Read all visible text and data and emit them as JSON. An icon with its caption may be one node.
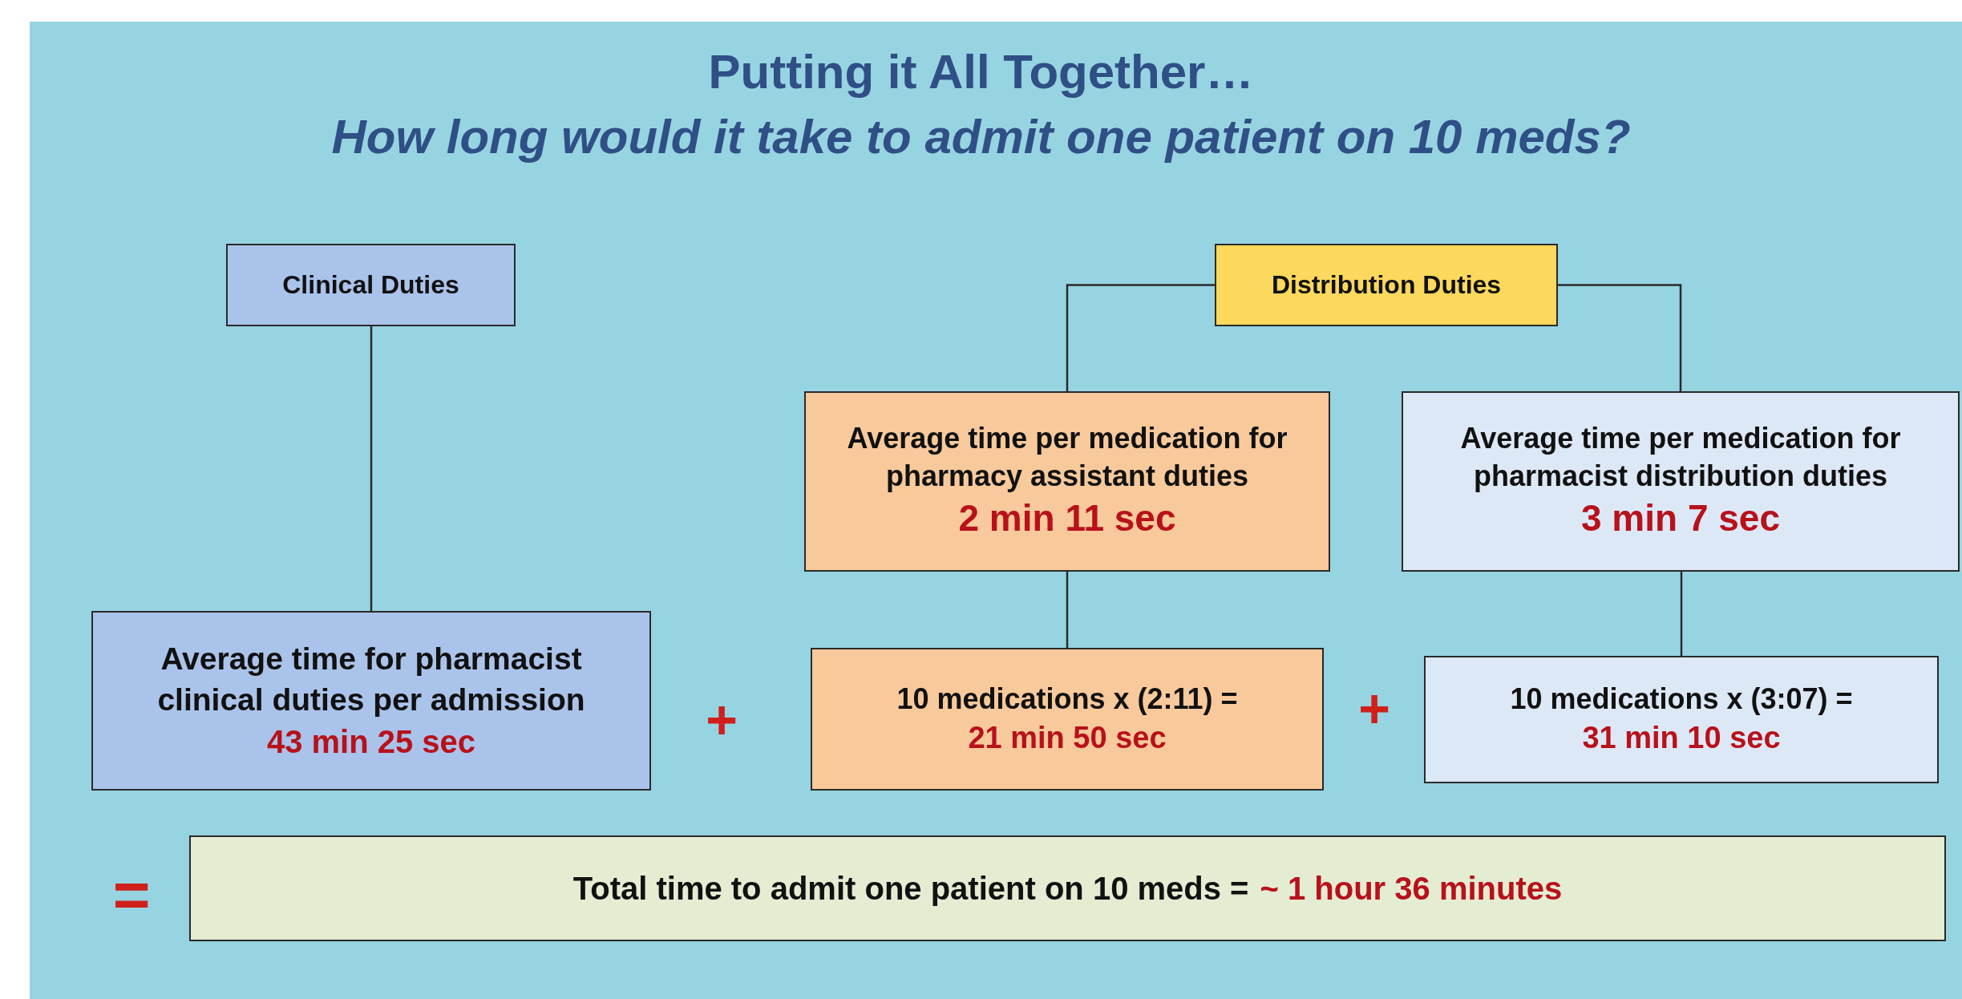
{
  "diagram": {
    "title": "Putting it All Together…",
    "nodes": [
      {
        "text": [
          "Clinical Duties"
        ]
      },
      {
        "text": [
          "Distribution Duties"
        ]
      },
      {
        "text": [
          "Average time per medication for pharmacy assistant duties",
          "2 min 11 sec"
        ]
      },
      {
        "text": [
          "Average time per medication for pharmacist distribution duties",
          "3 min 7 sec"
        ]
      },
      {
        "text": [
          "Average time for pharmacist clinical duties per admission",
          "43 min 25 sec"
        ]
      },
      {
        "text": [
          "10 medications x (2:11) =",
          "21 min 50 sec"
        ]
      },
      {
        "text": [
          "10 medications x  (3:07) =",
          "31 min 10 sec"
        ]
      },
      {
        "text": [
          "Total time to admit one patient on 10 meds =",
          "~ 1 hour 36 minutes"
        ]
      }
    ],
    "edges": [
      {
        "from": 0,
        "to": 4,
        "arrow": "none"
      },
      {
        "from": 1,
        "to": 2,
        "arrow": "none"
      },
      {
        "from": 1,
        "to": 3,
        "arrow": "none"
      },
      {
        "from": 2,
        "to": 5,
        "arrow": "none"
      },
      {
        "from": 3,
        "to": 6,
        "arrow": "none"
      }
    ],
    "labels": [
      "How long would it take to admit one patient on 10 meds?",
      "+",
      "+",
      "="
    ]
  }
}
